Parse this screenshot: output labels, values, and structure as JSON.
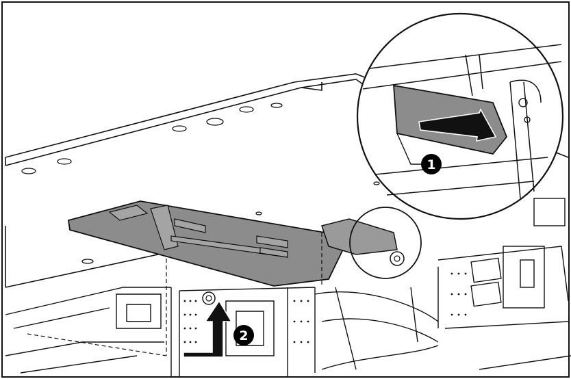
{
  "figure": {
    "description_visible_text": "",
    "callouts": [
      {
        "label": "1",
        "icon": "numbered-callout-icon",
        "meaning": ""
      },
      {
        "label": "2",
        "icon": "numbered-callout-icon",
        "meaning": ""
      }
    ],
    "arrows": [
      {
        "icon": "arrow-right-icon",
        "step": "1"
      },
      {
        "icon": "arrow-up-icon",
        "step": "2"
      }
    ],
    "colors": {
      "line": "#111111",
      "panel_fill": "#8c8c8c",
      "latch_fill": "#9a9a9a",
      "callout_fill": "#000000",
      "callout_text": "#ffffff",
      "background": "#ffffff"
    }
  }
}
